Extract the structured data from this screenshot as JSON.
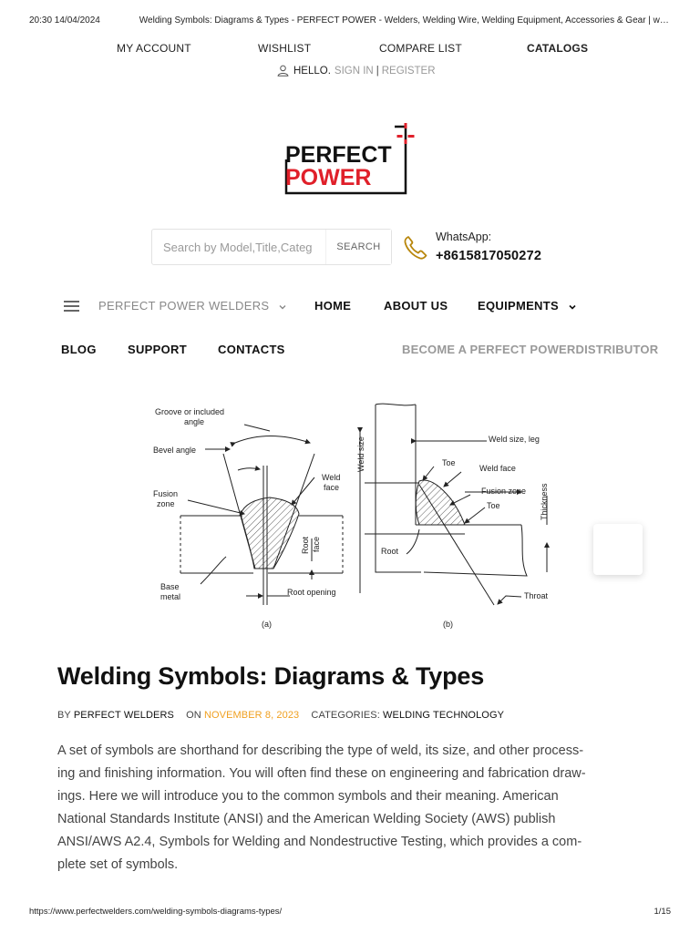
{
  "print_header": {
    "timestamp": "20:30 14/04/2024",
    "doc_title": "Welding Symbols: Diagrams & Types - PERFECT POWER - Welders, Welding Wire, Welding Equipment, Accessories & Gear | w…"
  },
  "top_nav": {
    "my_account": "MY ACCOUNT",
    "wishlist": "WISHLIST",
    "compare": "COMPARE LIST",
    "catalogs": "CATALOGS"
  },
  "account": {
    "hello": "HELLO.",
    "sign_in": "SIGN IN",
    "separator": "|",
    "register": "REGISTER"
  },
  "logo": {
    "line1": "PERFECT",
    "line2": "POWER",
    "red": "#e0202a"
  },
  "search": {
    "placeholder": "Search by Model,Title,Categ",
    "button": "SEARCH"
  },
  "whatsapp": {
    "label": "WhatsApp:",
    "number": "+8615817050272",
    "icon_color": "#b8860b"
  },
  "main_nav": {
    "brand": "PERFECT POWER WELDERS",
    "home": "HOME",
    "about": "ABOUT US",
    "equipments": "EQUIPMENTS"
  },
  "sub_nav": {
    "blog": "BLOG",
    "support": "SUPPORT",
    "contacts": "CONTACTS",
    "distributor": "BECOME A PERFECT POWERDISTRIBUTOR"
  },
  "diagram": {
    "groove_angle_l1": "Groove or included",
    "groove_angle_l2": "angle",
    "bevel_angle": "Bevel angle",
    "weld_face_l1": "Weld",
    "weld_face_l2": "face",
    "fusion_zone_l1": "Fusion",
    "fusion_zone_l2": "zone",
    "root_face_l1": "Root",
    "root_face_l2": "face",
    "base_metal_l1": "Base",
    "base_metal_l2": "metal",
    "root_opening": "Root opening",
    "caption_a": "(a)",
    "weld_size": "Weld size",
    "weld_size_leg": "Weld size, leg",
    "toe_top": "Toe",
    "weld_face_b": "Weld face",
    "fusion_zone_b": "Fusion zone",
    "toe_bottom": "Toe",
    "thickness": "Thickness",
    "root": "Root",
    "throat": "Throat",
    "caption_b": "(b)"
  },
  "article": {
    "title": "Welding Symbols: Diagrams & Types",
    "by_label": "BY",
    "author": "PERFECT WELDERS",
    "on_label": "ON",
    "date": "NOVEMBER 8, 2023",
    "categories_label": "CATEGORIES:",
    "category": "WELDING TECHNOLOGY",
    "lines": [
      "A set of symbols are shorthand for describing the type of weld, its size, and other process-",
      "ing and finishing information. You will often find these on engineering and fabrication draw-",
      "ings. Here we will introduce you to the common symbols and their meaning. American",
      "National Standards Institute (ANSI) and the American Welding Society (AWS) publish",
      "ANSI/AWS A2.4, Symbols for Welding and Nondestructive Testing, which provides a com-",
      "plete set of symbols."
    ]
  },
  "print_footer": {
    "url": "https://www.perfectwelders.com/welding-symbols-diagrams-types/",
    "page": "1/15"
  }
}
